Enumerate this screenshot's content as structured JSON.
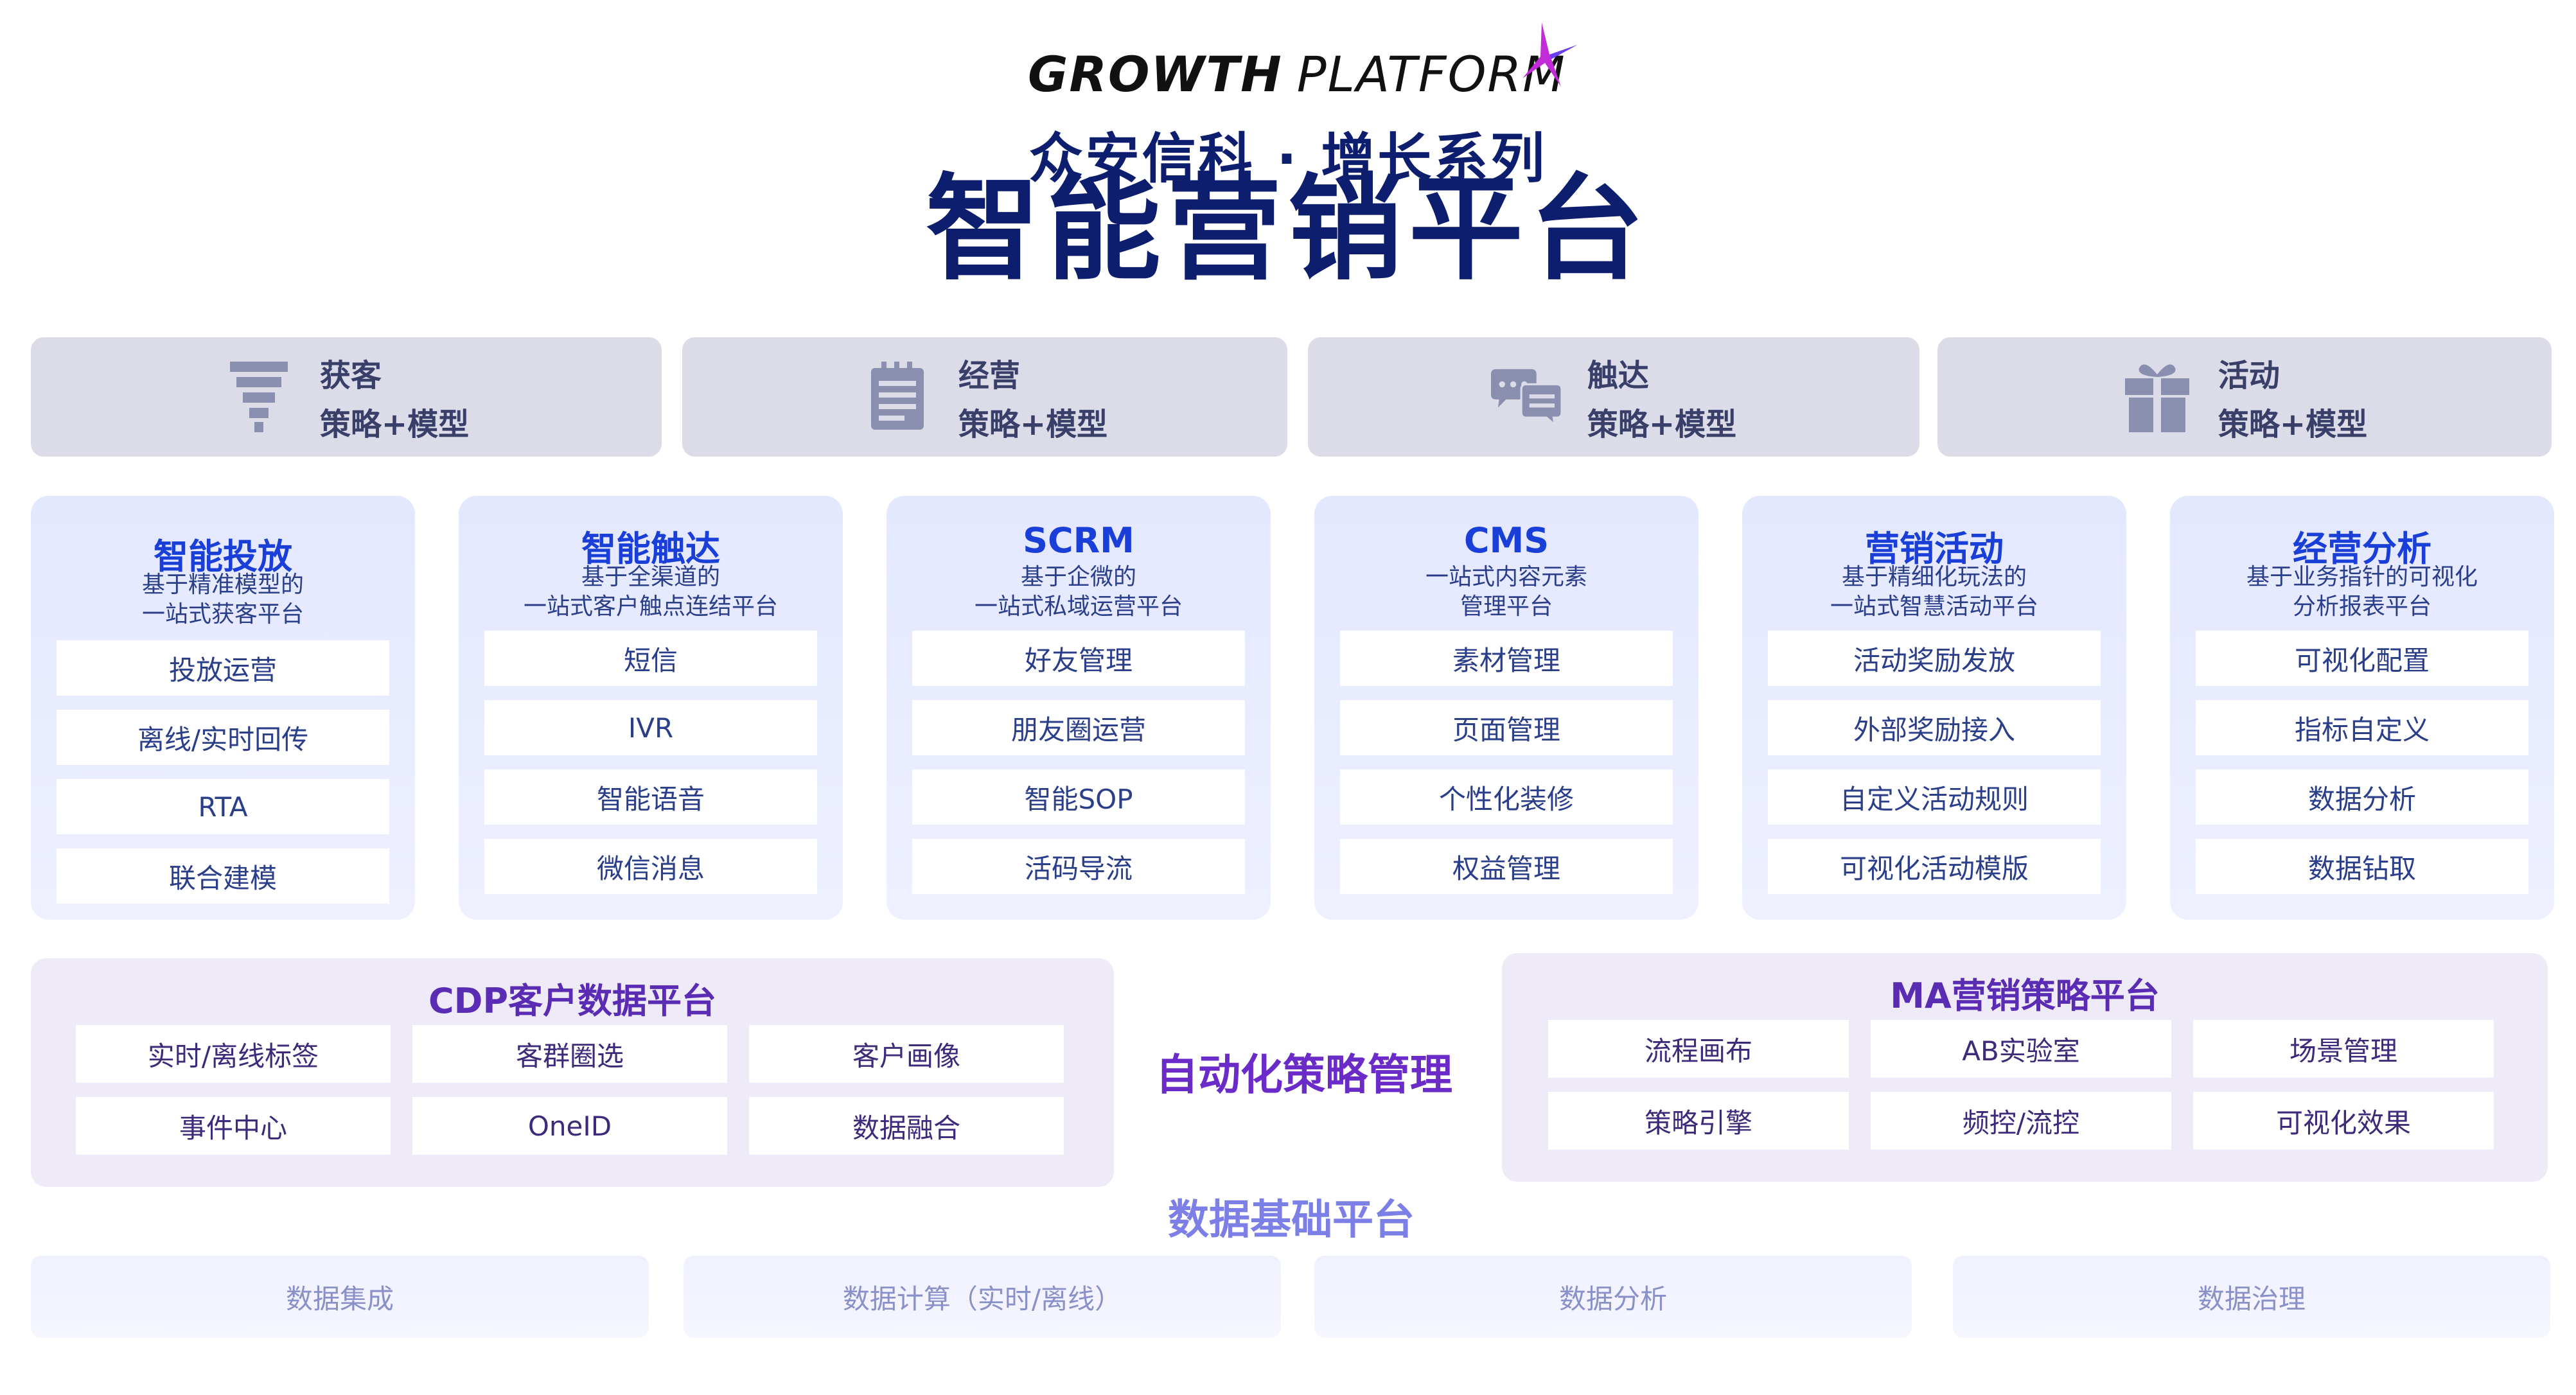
{
  "header": {
    "logo_bold": "GROWTH",
    "logo_light": "PLATFORM",
    "subtitle": "众安信科 · 增长系列",
    "title": "智能营销平台"
  },
  "strategies": [
    {
      "name": "获客",
      "sub": "策略+模型",
      "icon": "funnel-icon"
    },
    {
      "name": "经营",
      "sub": "策略+模型",
      "icon": "document-icon"
    },
    {
      "name": "触达",
      "sub": "策略+模型",
      "icon": "chat-icon"
    },
    {
      "name": "活动",
      "sub": "策略+模型",
      "icon": "gift-icon"
    }
  ],
  "modules": [
    {
      "title": "智能投放",
      "desc": "基于精准模型的\n一站式获客平台",
      "items": [
        "投放运营",
        "离线/实时回传",
        "RTA",
        "联合建模"
      ]
    },
    {
      "title": "智能触达",
      "desc": "基于全渠道的\n一站式客户触点连结平台",
      "items": [
        "短信",
        "IVR",
        "智能语音",
        "微信消息"
      ]
    },
    {
      "title": "SCRM",
      "desc": "基于企微的\n一站式私域运营平台",
      "items": [
        "好友管理",
        "朋友圈运营",
        "智能SOP",
        "活码导流"
      ]
    },
    {
      "title": "CMS",
      "desc": "一站式内容元素\n管理平台",
      "items": [
        "素材管理",
        "页面管理",
        "个性化装修",
        "权益管理"
      ]
    },
    {
      "title": "营销活动",
      "desc": "基于精细化玩法的\n一站式智慧活动平台",
      "items": [
        "活动奖励发放",
        "外部奖励接入",
        "自定义活动规则",
        "可视化活动模版"
      ]
    },
    {
      "title": "经营分析",
      "desc": "基于业务指针的可视化\n分析报表平台",
      "items": [
        "可视化配置",
        "指标自定义",
        "数据分析",
        "数据钻取"
      ]
    }
  ],
  "cdp": {
    "title": "CDP客户数据平台",
    "items": [
      "实时/离线标签",
      "客群圈选",
      "客户画像",
      "事件中心",
      "OneID",
      "数据融合"
    ]
  },
  "auto": "自动化策略管理",
  "ma": {
    "title": "MA营销策略平台",
    "items": [
      "流程画布",
      "AB实验室",
      "场景管理",
      "策略引擎",
      "频控/流控",
      "可视化效果"
    ]
  },
  "data_platform": {
    "title": "数据基础平台",
    "items": [
      "数据集成",
      "数据计算（实时/离线）",
      "数据分析",
      "数据治理"
    ]
  },
  "colors": {
    "navy": "#0d1e6e",
    "module_title": "#1a3fd8",
    "purple": "#5a2bb3",
    "logo_accent": "#c22bd8"
  }
}
